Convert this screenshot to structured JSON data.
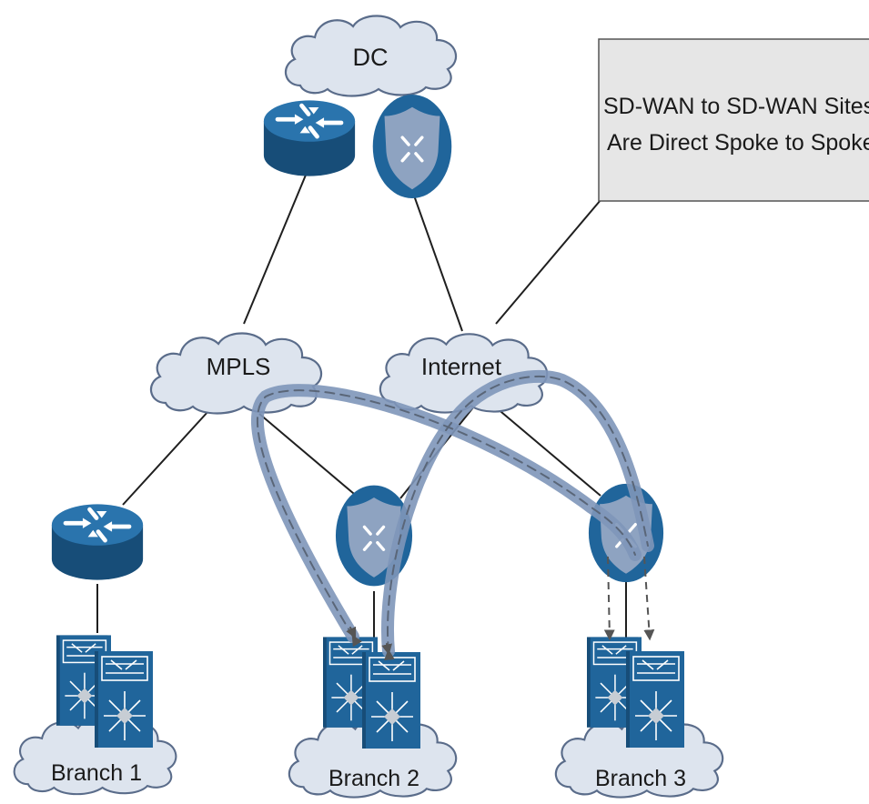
{
  "clouds": {
    "dc": "DC",
    "mpls": "MPLS",
    "internet": "Internet",
    "branch1": "Branch 1",
    "branch2": "Branch 2",
    "branch3": "Branch 3"
  },
  "callout": {
    "line1": "SD-WAN to SD-WAN Sites",
    "line2": "Are Direct Spoke to Spoke"
  },
  "colors": {
    "cloud_fill": "#dde4ee",
    "cloud_stroke": "#5a6c8a",
    "device_blue": "#20659b",
    "device_dark": "#174d78",
    "shield": "#8ea3c1",
    "tunnel": "#7e96b9",
    "callout_fill": "#e6e6e6"
  },
  "icons": [
    "router-icon",
    "firewall-shield-icon",
    "switch-stack-icon"
  ]
}
